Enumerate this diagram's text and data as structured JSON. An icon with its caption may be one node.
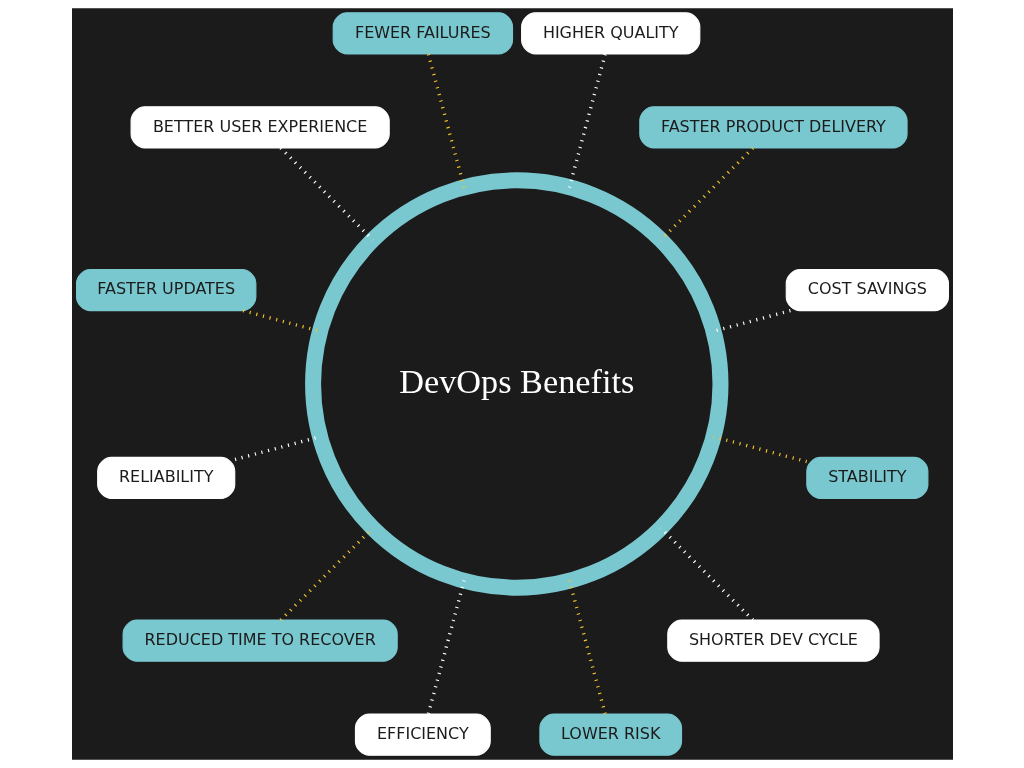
{
  "diagram": {
    "nodes": [
      {
        "text": [
          "DevOps Benefits"
        ]
      },
      {
        "text": [
          "FEWER FAILURES"
        ]
      },
      {
        "text": [
          "HIGHER QUALITY"
        ]
      },
      {
        "text": [
          "BETTER USER EXPERIENCE"
        ]
      },
      {
        "text": [
          "FASTER PRODUCT DELIVERY"
        ]
      },
      {
        "text": [
          "FASTER UPDATES"
        ]
      },
      {
        "text": [
          "COST SAVINGS"
        ]
      },
      {
        "text": [
          "RELIABILITY"
        ]
      },
      {
        "text": [
          "STABILITY"
        ]
      },
      {
        "text": [
          "REDUCED TIME TO RECOVER"
        ]
      },
      {
        "text": [
          "SHORTER DEV CYCLE"
        ]
      },
      {
        "text": [
          "EFFICIENCY"
        ]
      },
      {
        "text": [
          "LOWER RISK"
        ]
      }
    ],
    "edges": [
      {
        "from": 1,
        "to": 0,
        "arrow": "none",
        "color": "#f7c52b"
      },
      {
        "from": 2,
        "to": 0,
        "arrow": "none",
        "color": "#ffffff"
      },
      {
        "from": 4,
        "to": 0,
        "arrow": "none",
        "color": "#f7c52b"
      },
      {
        "from": 6,
        "to": 0,
        "arrow": "none",
        "color": "#ffffff"
      },
      {
        "from": 8,
        "to": 0,
        "arrow": "none",
        "color": "#f7c52b"
      },
      {
        "from": 10,
        "to": 0,
        "arrow": "none",
        "color": "#ffffff"
      },
      {
        "from": 12,
        "to": 0,
        "arrow": "none",
        "color": "#f7c52b"
      },
      {
        "from": 11,
        "to": 0,
        "arrow": "none",
        "color": "#ffffff"
      },
      {
        "from": 9,
        "to": 0,
        "arrow": "none",
        "color": "#f7c52b"
      },
      {
        "from": 7,
        "to": 0,
        "arrow": "none",
        "color": "#ffffff"
      },
      {
        "from": 5,
        "to": 0,
        "arrow": "none",
        "color": "#f7c52b"
      },
      {
        "from": 3,
        "to": 0,
        "arrow": "none",
        "color": "#ffffff"
      }
    ]
  }
}
